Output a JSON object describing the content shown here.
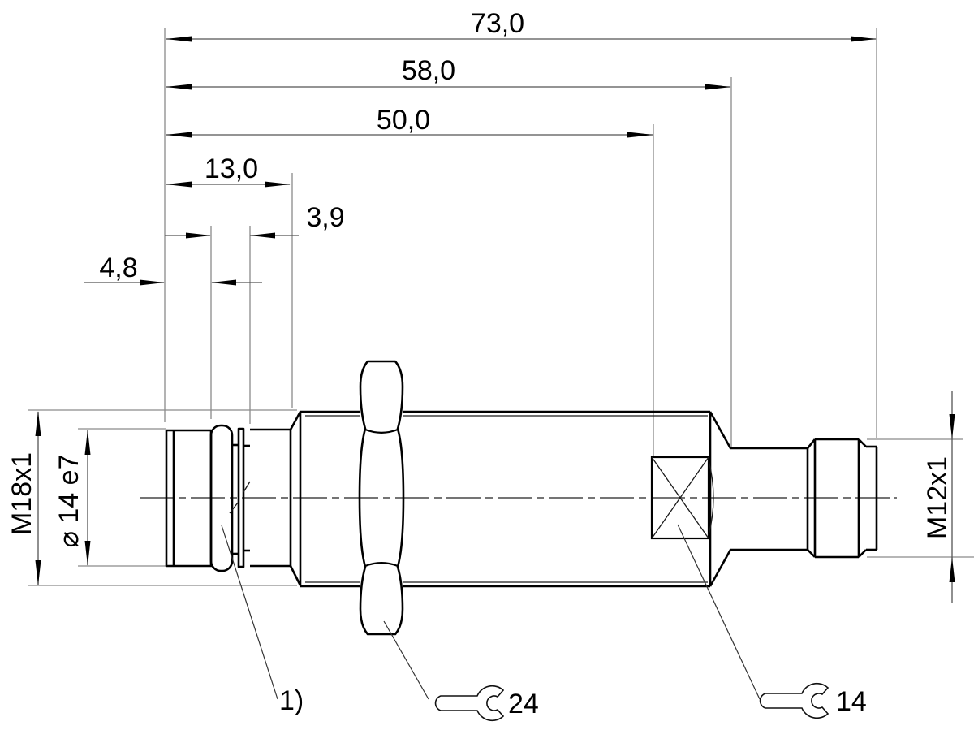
{
  "colors": {
    "line": "#000000",
    "dimension_line": "#555555",
    "extension_line": "#8a8a8a",
    "background": "#ffffff"
  },
  "dimensions": {
    "overall_length": {
      "label": "73,0"
    },
    "length_to_connector_shoulder": {
      "label": "58,0"
    },
    "length_to_wrench_flats": {
      "label": "50,0"
    },
    "head_length": {
      "label": "13,0"
    },
    "groove_width": {
      "label": "3,9"
    },
    "tip_length": {
      "label": "4,8"
    },
    "housing_thread": {
      "label": "M18x1"
    },
    "tip_diameter": {
      "label": "⌀ 14 e7"
    },
    "connector_thread": {
      "label": "M12x1"
    }
  },
  "annotations": {
    "footnote_marker": {
      "label": "1)"
    },
    "wrench_size_nut": {
      "label": "24"
    },
    "wrench_size_connector": {
      "label": "14"
    }
  }
}
